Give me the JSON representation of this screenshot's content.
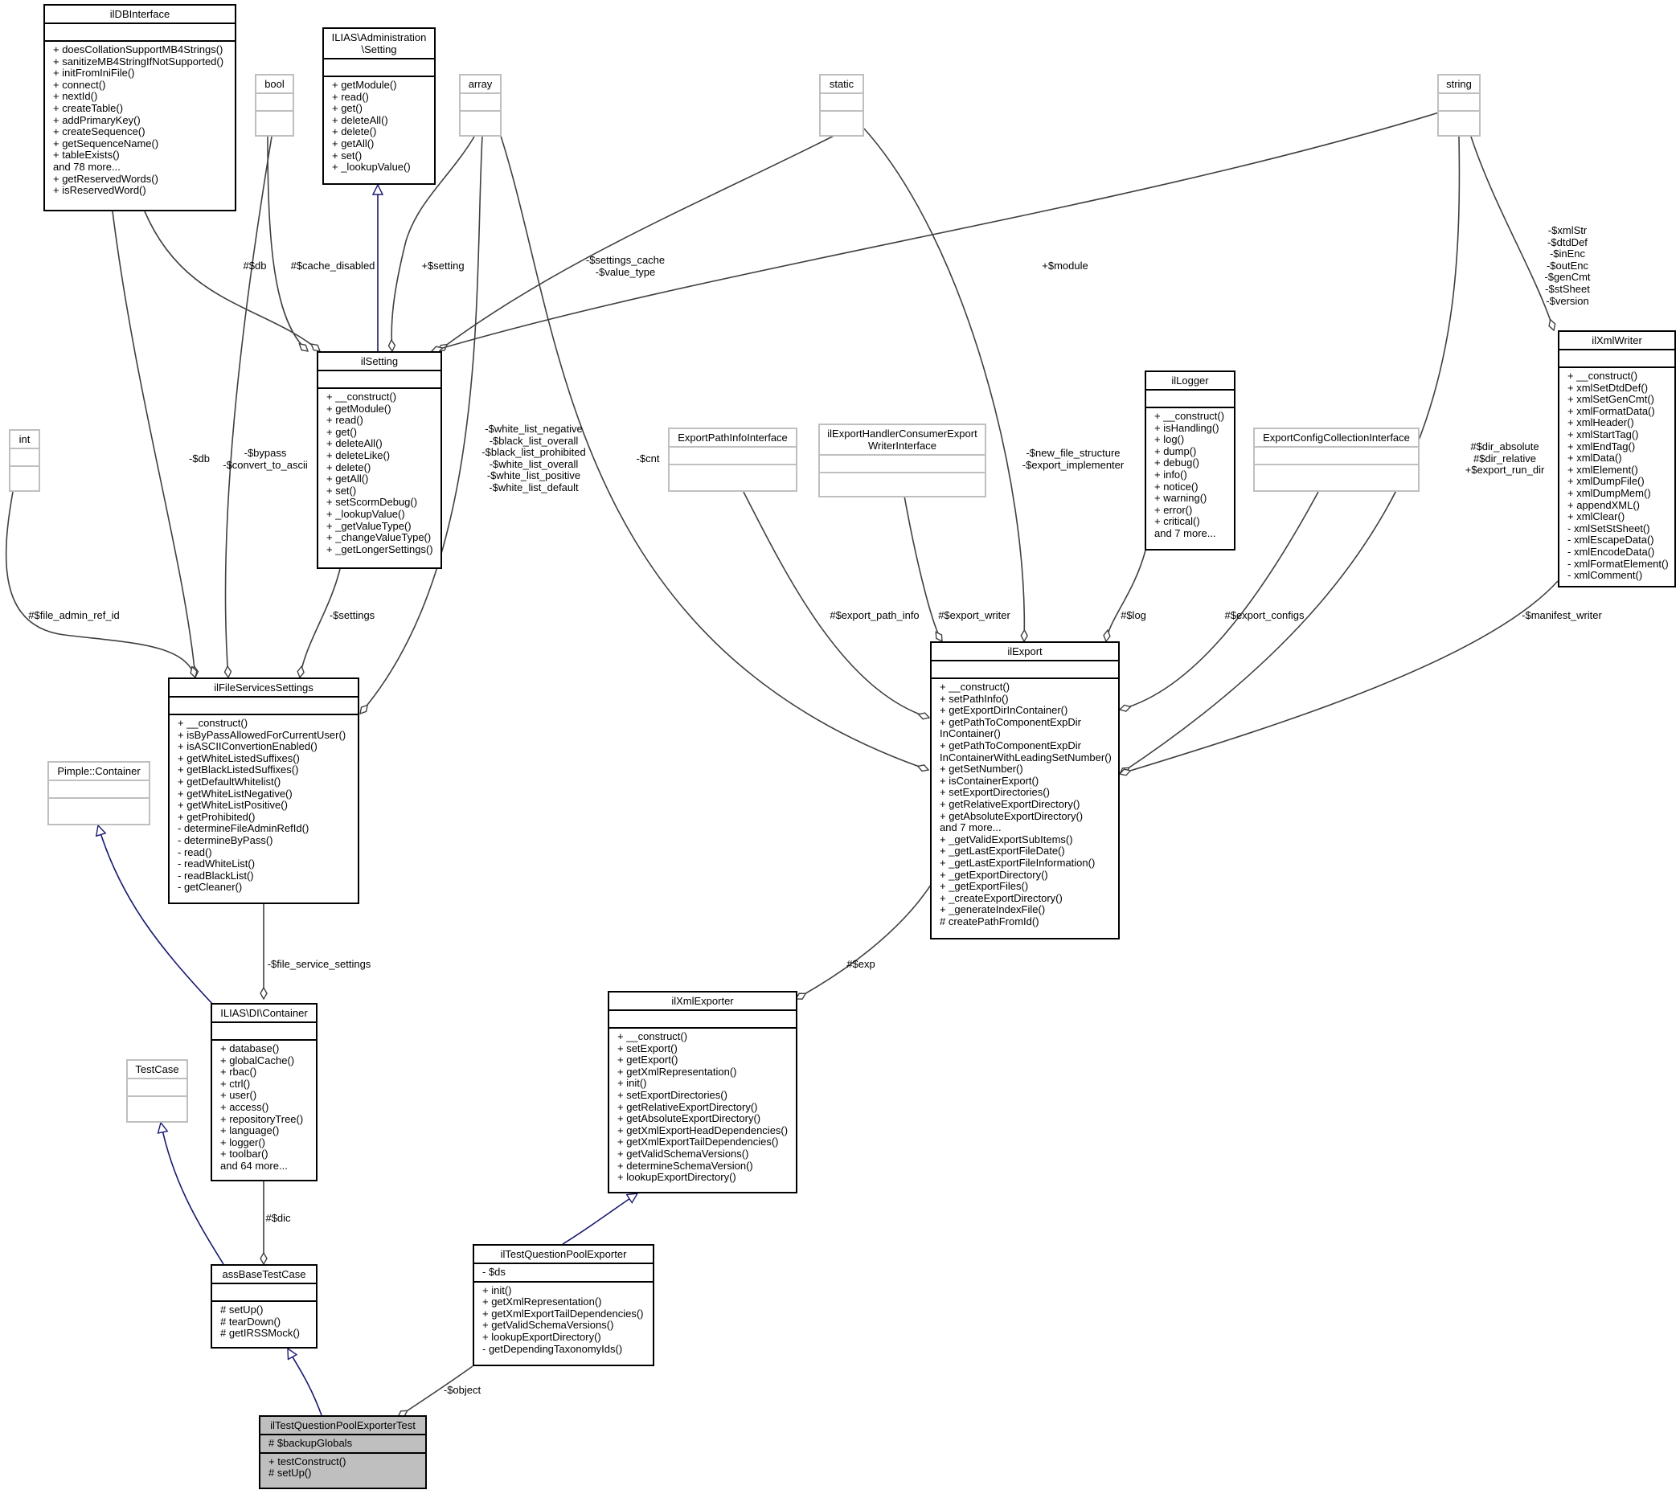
{
  "nodes": {
    "ildbinterface": {
      "title": [
        "ilDBInterface"
      ],
      "attrs": [],
      "methods": [
        "+ doesCollationSupportMB4Strings()",
        "+ sanitizeMB4StringIfNotSupported()",
        "+ initFromIniFile()",
        "+ connect()",
        "+ nextId()",
        "+ createTable()",
        "+ addPrimaryKey()",
        "+ createSequence()",
        "+ getSequenceName()",
        "+ tableExists()",
        "and 78 more...",
        "+ getReservedWords()",
        "+ isReservedWord()"
      ]
    },
    "bool": {
      "title": [
        "bool"
      ],
      "attrs": [],
      "methods": []
    },
    "admin_setting": {
      "title": [
        "ILIAS\\Administration",
        "\\Setting"
      ],
      "attrs": [],
      "methods": [
        "+ getModule()",
        "+ read()",
        "+ get()",
        "+ deleteAll()",
        "+ delete()",
        "+ getAll()",
        "+ set()",
        "+ _lookupValue()"
      ]
    },
    "array": {
      "title": [
        "array"
      ],
      "attrs": [],
      "methods": []
    },
    "static": {
      "title": [
        "static"
      ],
      "attrs": [],
      "methods": []
    },
    "string": {
      "title": [
        "string"
      ],
      "attrs": [],
      "methods": []
    },
    "ilxmlwriter": {
      "title": [
        "ilXmlWriter"
      ],
      "attrs": [],
      "methods": [
        "+ __construct()",
        "+ xmlSetDtdDef()",
        "+ xmlSetGenCmt()",
        "+ xmlFormatData()",
        "+ xmlHeader()",
        "+ xmlStartTag()",
        "+ xmlEndTag()",
        "+ xmlData()",
        "+ xmlElement()",
        "+ xmlDumpFile()",
        "+ xmlDumpMem()",
        "+ appendXML()",
        "+ xmlClear()",
        "- xmlSetStSheet()",
        "- xmlEscapeData()",
        "- xmlEncodeData()",
        "- xmlFormatElement()",
        "- xmlComment()"
      ]
    },
    "int": {
      "title": [
        "int"
      ],
      "attrs": [],
      "methods": []
    },
    "ilsetting": {
      "title": [
        "ilSetting"
      ],
      "attrs": [],
      "methods": [
        "+ __construct()",
        "+ getModule()",
        "+ read()",
        "+ get()",
        "+ deleteAll()",
        "+ deleteLike()",
        "+ delete()",
        "+ getAll()",
        "+ set()",
        "+ setScormDebug()",
        "+ _lookupValue()",
        "+ _getValueType()",
        "+ _changeValueType()",
        "+ _getLongerSettings()"
      ]
    },
    "exportpathinfo": {
      "title": [
        "ExportPathInfoInterface"
      ],
      "attrs": [],
      "methods": []
    },
    "exporthandler": {
      "title": [
        "ilExportHandlerConsumerExport",
        "WriterInterface"
      ],
      "attrs": [],
      "methods": []
    },
    "illogger": {
      "title": [
        "ilLogger"
      ],
      "attrs": [],
      "methods": [
        "+ __construct()",
        "+ isHandling()",
        "+ log()",
        "+ dump()",
        "+ debug()",
        "+ info()",
        "+ notice()",
        "+ warning()",
        "+ error()",
        "+ critical()",
        "and 7 more..."
      ]
    },
    "exportconfig": {
      "title": [
        "ExportConfigCollectionInterface"
      ],
      "attrs": [],
      "methods": []
    },
    "ilexport": {
      "title": [
        "ilExport"
      ],
      "attrs": [],
      "methods": [
        "+ __construct()",
        "+ setPathInfo()",
        "+ getExportDirInContainer()",
        "+ getPathToComponentExpDir",
        "InContainer()",
        "+ getPathToComponentExpDir",
        "InContainerWithLeadingSetNumber()",
        "+ getSetNumber()",
        "+ isContainerExport()",
        "+ setExportDirectories()",
        "+ getRelativeExportDirectory()",
        "+ getAbsoluteExportDirectory()",
        "and 7 more...",
        "+ _getValidExportSubItems()",
        "+ _getLastExportFileDate()",
        "+ _getLastExportFileInformation()",
        "+ _getExportDirectory()",
        "+ _getExportFiles()",
        "+ _createExportDirectory()",
        "+ _generateIndexFile()",
        "# createPathFromId()"
      ]
    },
    "filesvc": {
      "title": [
        "ilFileServicesSettings"
      ],
      "attrs": [],
      "methods": [
        "+ __construct()",
        "+ isByPassAllowedForCurrentUser()",
        "+ isASCIIConvertionEnabled()",
        "+ getWhiteListedSuffixes()",
        "+ getBlackListedSuffixes()",
        "+ getDefaultWhitelist()",
        "+ getWhiteListNegative()",
        "+ getWhiteListPositive()",
        "+ getProhibited()",
        "- determineFileAdminRefId()",
        "- determineByPass()",
        "- read()",
        "- readWhiteList()",
        "- readBlackList()",
        "- getCleaner()"
      ]
    },
    "pimple": {
      "title": [
        "Pimple::Container"
      ],
      "attrs": [],
      "methods": []
    },
    "dicontainer": {
      "title": [
        "ILIAS\\DI\\Container"
      ],
      "attrs": [],
      "methods": [
        "+ database()",
        "+ globalCache()",
        "+ rbac()",
        "+ ctrl()",
        "+ user()",
        "+ access()",
        "+ repositoryTree()",
        "+ language()",
        "+ logger()",
        "+ toolbar()",
        "and 64 more..."
      ]
    },
    "ilxmlexporter": {
      "title": [
        "ilXmlExporter"
      ],
      "attrs": [],
      "methods": [
        "+ __construct()",
        "+ setExport()",
        "+ getExport()",
        "+ getXmlRepresentation()",
        "+ init()",
        "+ setExportDirectories()",
        "+ getRelativeExportDirectory()",
        "+ getAbsoluteExportDirectory()",
        "+ getXmlExportHeadDependencies()",
        "+ getXmlExportTailDependencies()",
        "+ getValidSchemaVersions()",
        "+ determineSchemaVersion()",
        "+ lookupExportDirectory()"
      ]
    },
    "testcase": {
      "title": [
        "TestCase"
      ],
      "attrs": [],
      "methods": []
    },
    "assbase": {
      "title": [
        "assBaseTestCase"
      ],
      "attrs": [],
      "methods": [
        "# setUp()",
        "# tearDown()",
        "# getIRSSMock()"
      ]
    },
    "tqpexporter": {
      "title": [
        "ilTestQuestionPoolExporter"
      ],
      "attrs": [
        "- $ds"
      ],
      "methods": [
        "+ init()",
        "+ getXmlRepresentation()",
        "+ getXmlExportTailDependencies()",
        "+ getValidSchemaVersions()",
        "+ lookupExportDirectory()",
        "- getDependingTaxonomyIds()"
      ]
    },
    "tqptest": {
      "title": [
        "ilTestQuestionPoolExporterTest"
      ],
      "attrs": [
        "# $backupGlobals"
      ],
      "methods": [
        "+ testConstruct()",
        "# setUp()"
      ]
    }
  },
  "edge_labels": {
    "db_setting": "#$db",
    "cache_disabled": "#$cache_disabled",
    "setting": "+$setting",
    "settings_cache": "-$settings_cache\n-$value_type",
    "module": "+$module",
    "xmlwriter_attrs": "-$xmlStr\n-$dtdDef\n-$inEnc\n-$outEnc\n-$genCmt\n-$stSheet\n-$version",
    "db_filesvc": "-$db",
    "bypass": "-$bypass\n-$convert_to_ascii",
    "white_list": "-$white_list_negative\n-$black_list_overall\n-$black_list_prohibited\n-$white_list_overall\n-$white_list_positive\n-$white_list_default",
    "cnt": "-$cnt",
    "new_file_structure": "-$new_file_structure\n-$export_implementer",
    "dir_absolute": "#$dir_absolute\n#$dir_relative\n+$export_run_dir",
    "file_admin_ref_id": "#$file_admin_ref_id",
    "settings": "-$settings",
    "export_path_info": "#$export_path_info",
    "export_writer": "#$export_writer",
    "log": "#$log",
    "export_configs": "#$export_configs",
    "manifest_writer": "-$manifest_writer",
    "file_service_settings": "-$file_service_settings",
    "exp": "#$exp",
    "dic": "#$dic",
    "object": "-$object"
  },
  "colors": {
    "aggregation_edge": "#404040",
    "inheritance_edge": "#191970",
    "focus_fill": "#bfbfbf",
    "external_border": "#bfbfbf"
  }
}
